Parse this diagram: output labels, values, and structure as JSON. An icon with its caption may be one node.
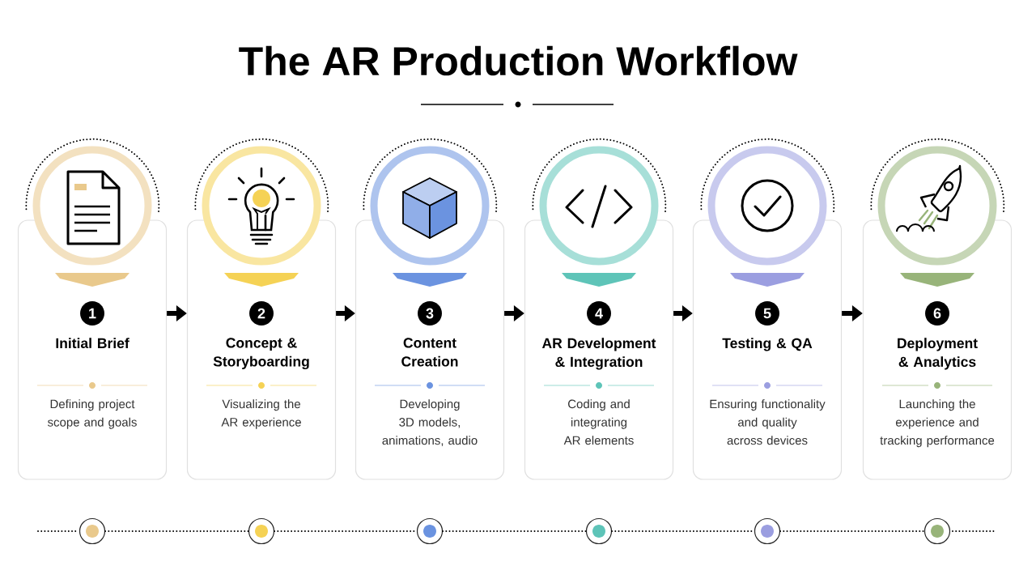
{
  "diagram": {
    "title": "The AR Production Workflow",
    "nodes": [
      {
        "text": [
          "1",
          "Initial Brief",
          "Defining project scope and goals"
        ]
      },
      {
        "text": [
          "2",
          "Concept & Storyboarding",
          "Visualizing the AR experience"
        ]
      },
      {
        "text": [
          "3",
          "Content Creation",
          "Developing 3D models, animations, audio"
        ]
      },
      {
        "text": [
          "4",
          "AR Development & Integration",
          "Coding and integrating AR elements"
        ]
      },
      {
        "text": [
          "5",
          "Testing & QA",
          "Ensuring functionality and quality across devices"
        ]
      },
      {
        "text": [
          "6",
          "Deployment & Analytics",
          "Launching the experience and tracking performance"
        ]
      },
      {
        "text": [],
        "shape": "circle"
      },
      {
        "text": [],
        "shape": "circle"
      },
      {
        "text": [],
        "shape": "circle"
      },
      {
        "text": [],
        "shape": "circle"
      },
      {
        "text": [],
        "shape": "circle"
      },
      {
        "text": [],
        "shape": "circle"
      }
    ],
    "edges": [
      {
        "from": 0,
        "to": 1,
        "arrow": "to",
        "style": "thick"
      },
      {
        "from": 1,
        "to": 2,
        "arrow": "to",
        "style": "thick"
      },
      {
        "from": 2,
        "to": 3,
        "arrow": "to",
        "style": "thick"
      },
      {
        "from": 3,
        "to": 4,
        "arrow": "to",
        "style": "thick"
      },
      {
        "from": 4,
        "to": 5,
        "arrow": "to",
        "style": "thick"
      },
      {
        "from": 6,
        "to": 7,
        "arrow": "none",
        "style": "dashed"
      },
      {
        "from": 7,
        "to": 8,
        "arrow": "none",
        "style": "dashed"
      },
      {
        "from": 8,
        "to": 9,
        "arrow": "none",
        "style": "dashed"
      },
      {
        "from": 9,
        "to": 10,
        "arrow": "none",
        "style": "dashed"
      },
      {
        "from": 10,
        "to": 11,
        "arrow": "none",
        "style": "dashed"
      }
    ]
  }
}
